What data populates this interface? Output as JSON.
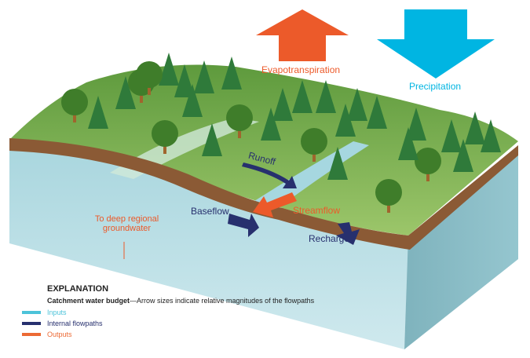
{
  "labels": {
    "evapotranspiration": "Evapotranspiration",
    "precipitation": "Precipitation",
    "runoff": "Runoff",
    "baseflow": "Baseflow",
    "streamflow": "Streamflow",
    "recharge": "Recharge",
    "deep_groundwater": "To deep regional groundwater"
  },
  "legend": {
    "title": "EXPLANATION",
    "subtitle_bold": "Catchment water budget",
    "subtitle_rest": "—Arrow sizes indicate relative magnitudes of the flowpaths",
    "items": [
      {
        "label": "Inputs",
        "color": "#4cc3d9"
      },
      {
        "label": "Internal flowpaths",
        "color": "#27306e"
      },
      {
        "label": "Outputs",
        "color": "#ec6a35"
      }
    ]
  },
  "colors": {
    "input": "#00b5e2",
    "internal": "#27306e",
    "output": "#ec5a2a",
    "ground": "#a8d4dc",
    "soil": "#8b5a35",
    "grass": "#79ad4a"
  }
}
